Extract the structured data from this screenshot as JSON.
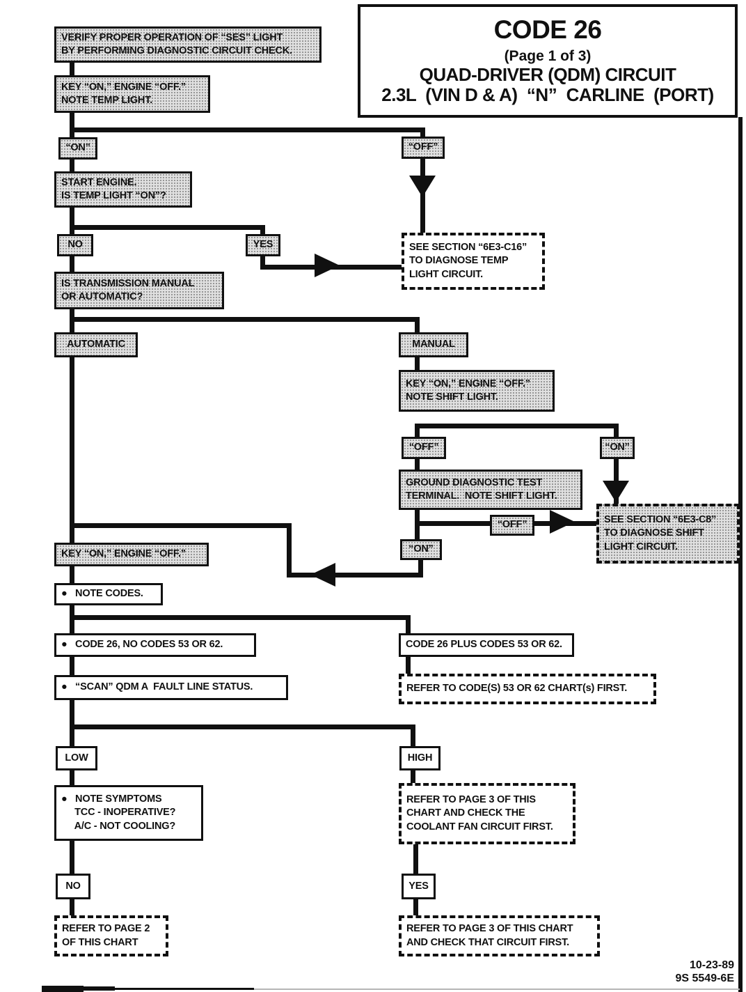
{
  "palette": {
    "ink": "#101010",
    "shade_fill": "#e0e0e0",
    "paper": "#ffffff"
  },
  "title": {
    "code": "CODE 26",
    "page": "(Page 1 of 3)",
    "line1": "QUAD-DRIVER (QDM) CIRCUIT",
    "line2": "2.3L  (VIN D & A)  “N”  CARLINE  (PORT)"
  },
  "footer": {
    "stamp": "10-23-89\n9S 5549-6E"
  },
  "nodes": {
    "verify": {
      "label": "VERIFY PROPER OPERATION OF “SES” LIGHT\nBY PERFORMING DIAGNOSTIC CIRCUIT CHECK."
    },
    "keyOnTemp": {
      "label": "KEY “ON,” ENGINE “OFF.”\nNOTE TEMP LIGHT."
    },
    "on1": {
      "label": "“ON”"
    },
    "off1": {
      "label": "“OFF”"
    },
    "startEngine": {
      "label": "START ENGINE.\nIS TEMP LIGHT “ON”?"
    },
    "no1": {
      "label": "NO"
    },
    "yes1": {
      "label": "YES"
    },
    "seeC16": {
      "label": "SEE SECTION “6E3-C16”\nTO DIAGNOSE TEMP\nLIGHT CIRCUIT."
    },
    "isTrans": {
      "label": "IS TRANSMISSION MANUAL\nOR AUTOMATIC?"
    },
    "automatic": {
      "label": "AUTOMATIC"
    },
    "manual": {
      "label": "MANUAL"
    },
    "keyOnShift": {
      "label": "KEY “ON,” ENGINE “OFF.”\nNOTE SHIFT LIGHT."
    },
    "off2": {
      "label": "“OFF”"
    },
    "on2": {
      "label": "“ON”"
    },
    "groundDiag": {
      "label": "GROUND DIAGNOSTIC TEST\nTERMINAL.  NOTE SHIFT LIGHT."
    },
    "off3": {
      "label": "“OFF”"
    },
    "seeC8": {
      "label": "SEE SECTION “6E3-C8”\nTO DIAGNOSE SHIFT\nLIGHT CIRCUIT."
    },
    "on3": {
      "label": "“ON”"
    },
    "keyOn2": {
      "label": "KEY “ON,” ENGINE “OFF.”"
    },
    "noteCodes": {
      "label": "●   NOTE CODES."
    },
    "code26Only": {
      "label": "●   CODE 26, NO CODES 53 OR 62."
    },
    "code26Plus": {
      "label": "CODE 26 PLUS CODES 53 OR 62."
    },
    "scanQdm": {
      "label": "●   “SCAN” QDM A  FAULT LINE STATUS."
    },
    "refer5362": {
      "label": "REFER TO CODE(S) 53 OR 62 CHART(s) FIRST."
    },
    "low": {
      "label": "LOW"
    },
    "high": {
      "label": "HIGH"
    },
    "noteSymptoms": {
      "label": "●   NOTE SYMPTOMS\n     TCC - INOPERATIVE?\n     A/C - NOT COOLING?"
    },
    "referCoolant": {
      "label": "REFER TO PAGE 3 OF THIS\nCHART AND CHECK THE\nCOOLANT FAN CIRCUIT FIRST."
    },
    "no2": {
      "label": "NO"
    },
    "yes2": {
      "label": "YES"
    },
    "referPage2": {
      "label": "REFER TO PAGE 2\nOF THIS CHART"
    },
    "referPage3": {
      "label": "REFER TO PAGE 3 OF THIS CHART\nAND CHECK THAT CIRCUIT FIRST."
    }
  }
}
